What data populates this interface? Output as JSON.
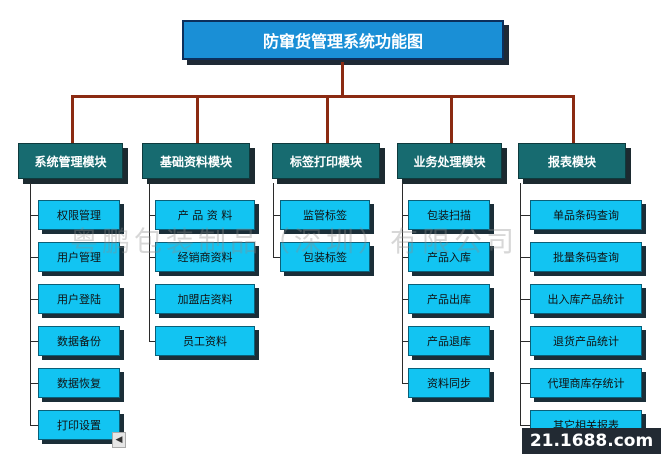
{
  "title": "防窜货管理系统功能图",
  "colors": {
    "title_fill": "#1a8fd6",
    "module_fill": "#176b70",
    "item_fill": "#12c4f2",
    "connector": "#8b2a12"
  },
  "modules": [
    {
      "name": "系统管理模块",
      "items": [
        "权限管理",
        "用户管理",
        "用户登陆",
        "数据备份",
        "数据恢复",
        "打印设置"
      ]
    },
    {
      "name": "基础资料模块",
      "items": [
        "产 品 资 料",
        "经销商资料",
        "加盟店资料",
        "员工资料"
      ]
    },
    {
      "name": "标签打印模块",
      "items": [
        "监管标签",
        "包装标签"
      ]
    },
    {
      "name": "业务处理模块",
      "items": [
        "包装扫描",
        "产品入库",
        "产品出库",
        "产品退库",
        "资料同步"
      ]
    },
    {
      "name": "报表模块",
      "items": [
        "单品条码查询",
        "批量条码查询",
        "出入库产品统计",
        "退货产品统计",
        "代理商库存统计",
        "其它相关报表"
      ]
    }
  ],
  "watermark": "粤鹏包装制品（深圳）有限公司",
  "footer_badge": "21.1688.com",
  "scroll_arrow": "◀"
}
